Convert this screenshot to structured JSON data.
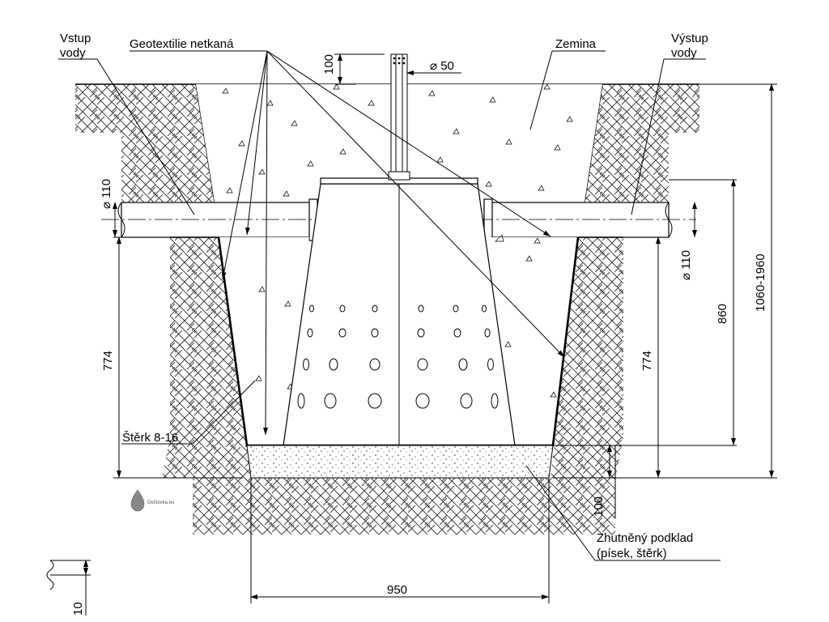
{
  "labels": {
    "inlet": [
      "Vstup",
      "vody"
    ],
    "outlet": [
      "Výstup",
      "vody"
    ],
    "geotextile": "Geotextilie netkaná",
    "soil": "Zemina",
    "gravel": "Štěrk 8-16",
    "base": [
      "Zhutněný podklad",
      "(písek, štěrk)"
    ],
    "watermark": "Deštovka.eu"
  },
  "dimensions": {
    "vent_height": "100",
    "vent_diameter": "⌀ 50",
    "inlet_diameter": "⌀ 110",
    "outlet_diameter": "⌀ 110",
    "left_height": "774",
    "right_height": "774",
    "outlet_to_bottom": "860",
    "total_depth": "1060-1960",
    "base_thickness": "100",
    "bottom_width": "950",
    "corner_detail": "10"
  },
  "colors": {
    "line": "#000000",
    "hatch": "#3a3a3a",
    "background": "#ffffff"
  }
}
